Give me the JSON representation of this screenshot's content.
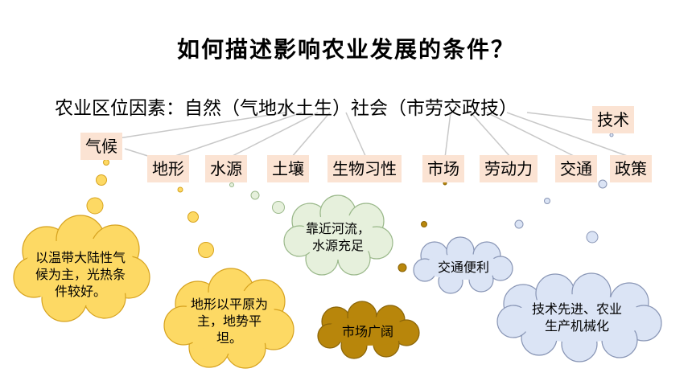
{
  "title": "如何描述影响农业发展的条件？",
  "subtitle": "农业区位因素：自然（气地水土生）社会（市劳交政技）",
  "factors": {
    "climate": "气候",
    "terrain": "地形",
    "water": "水源",
    "soil": "土壤",
    "biology": "生物习性",
    "market": "市场",
    "labor": "劳动力",
    "transport": "交通",
    "policy": "政策",
    "technology": "技术"
  },
  "clouds": {
    "climate": "以温带大陆性气候为主，光热条件较好。",
    "terrain": "地形以平原为主，地势平坦。",
    "water": "靠近河流，水源充足",
    "market": "市场广阔",
    "transport": "交通便利",
    "technology": "技术先进、农业生产机械化"
  },
  "colors": {
    "factor_bg": "#fbe3d3",
    "cloud_yellow": "#fdd964",
    "cloud_green": "#e6f0dc",
    "cloud_brown": "#b8860b",
    "cloud_blue": "#dbe4f5",
    "line": "#c8c8c8"
  }
}
